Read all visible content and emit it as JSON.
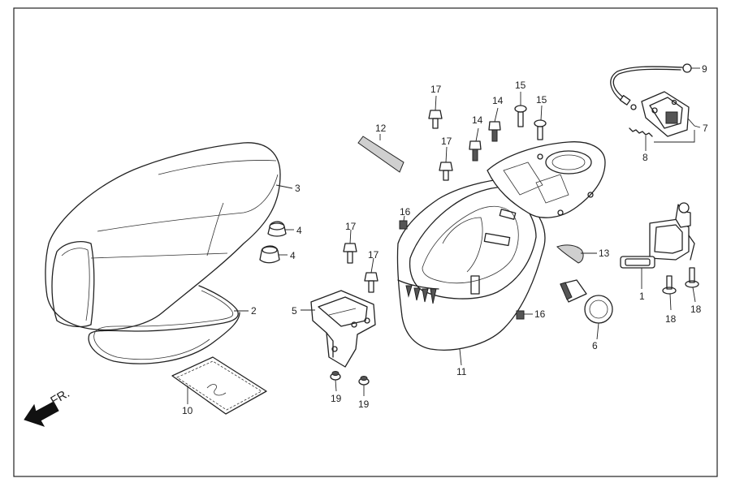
{
  "orientation_label": "FR.",
  "callouts": {
    "c1": "1",
    "c2": "2",
    "c3": "3",
    "c4a": "4",
    "c4b": "4",
    "c5": "5",
    "c6": "6",
    "c7": "7",
    "c8": "8",
    "c9": "9",
    "c10": "10",
    "c11": "11",
    "c12": "12",
    "c13": "13",
    "c14a": "14",
    "c14b": "14",
    "c15a": "15",
    "c15b": "15",
    "c16a": "16",
    "c16b": "16",
    "c17a": "17",
    "c17b": "17",
    "c17c": "17",
    "c18a": "18",
    "c18b": "18",
    "c19a": "19",
    "c19b": "19"
  }
}
